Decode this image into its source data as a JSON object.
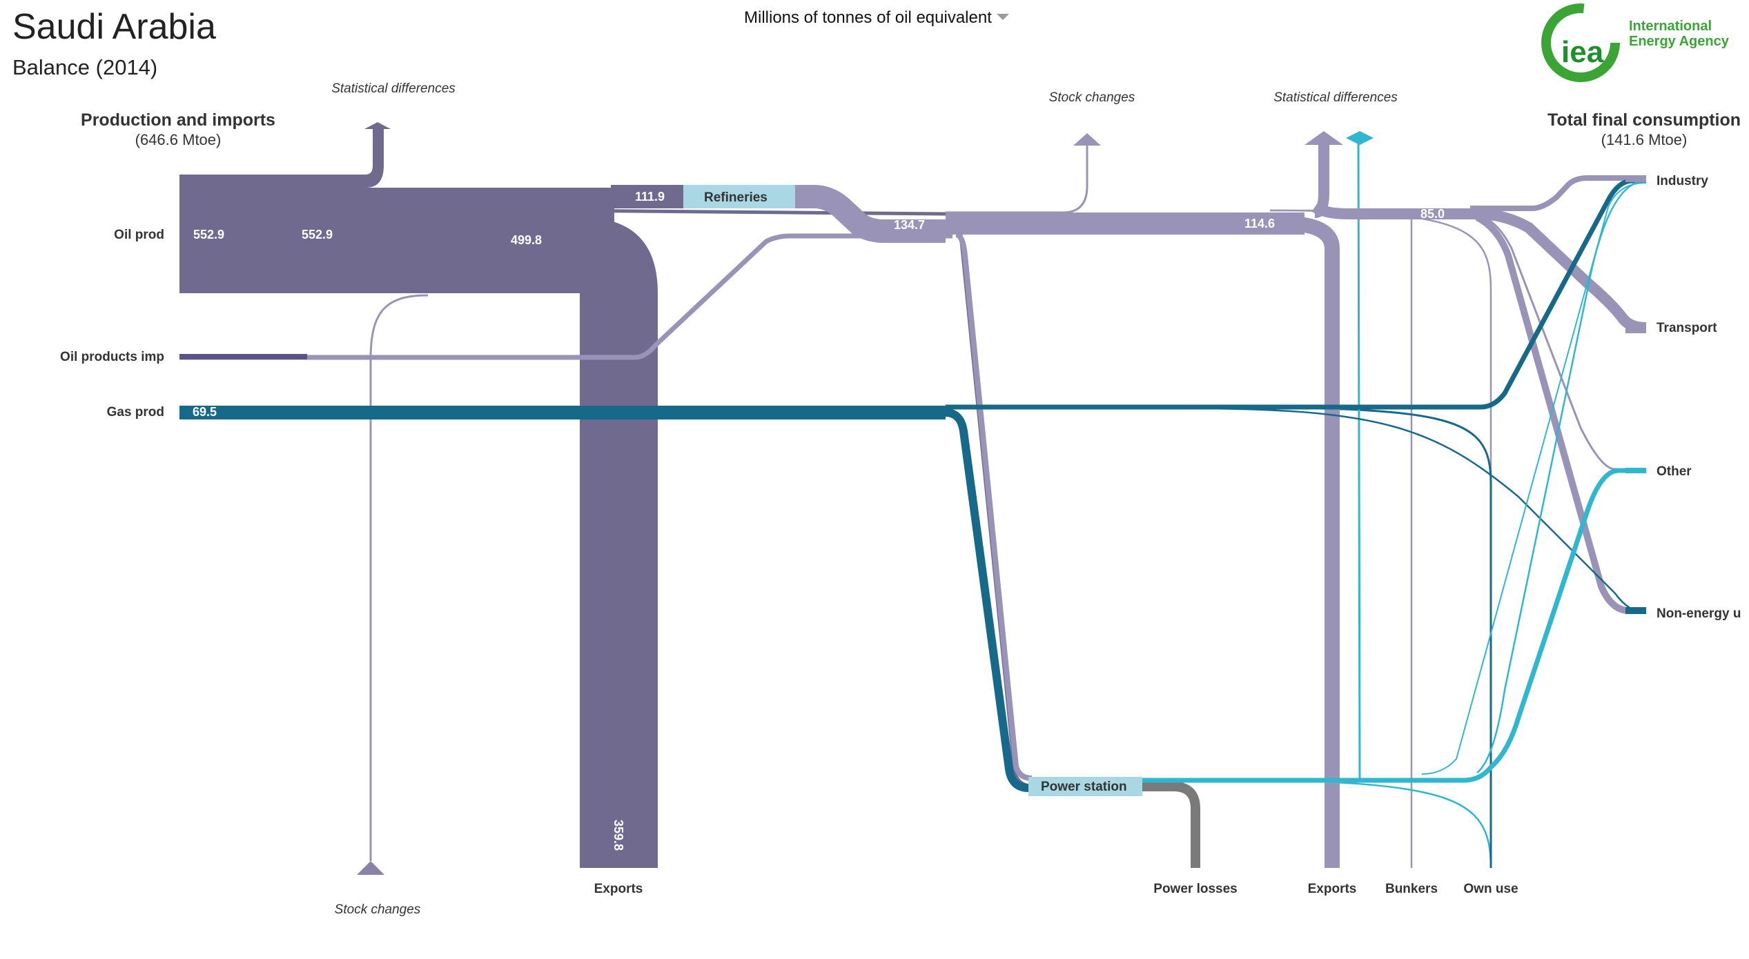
{
  "header": {
    "title": "Saudi Arabia",
    "subtitle": "Balance (2014)",
    "unit_selector": "Millions of tonnes of oil equivalent"
  },
  "logo": {
    "mark": "iea",
    "line1": "International",
    "line2": "Energy Agency"
  },
  "columns": {
    "left_title": "Production and imports",
    "left_total": "(646.6 Mtoe)",
    "right_title": "Total final consumption",
    "right_total": "(141.6 Mtoe)"
  },
  "sources": {
    "oil_prod": "Oil prod",
    "oil_products_imp": "Oil products imp",
    "gas_prod": "Gas prod"
  },
  "transforms": {
    "refineries": "Refineries",
    "power_station": "Power station"
  },
  "sinks": {
    "industry": "Industry",
    "transport": "Transport",
    "other": "Other",
    "non_energy": "Non-energy u",
    "exports_left": "Exports",
    "power_losses": "Power losses",
    "exports_right": "Exports",
    "bunkers": "Bunkers",
    "own_use": "Own use"
  },
  "annotations": {
    "stat_diff_left": "Statistical differences",
    "stock_changes_bottom": "Stock changes",
    "stock_changes_top": "Stock  changes",
    "stat_diff_right": "Statistical differences"
  },
  "values": {
    "oil_prod_1": "552.9",
    "oil_prod_2": "552.9",
    "oil_after_stat": "499.8",
    "gas_prod": "69.5",
    "refineries_in": "111.9",
    "oil_products_total": "134.7",
    "oil_products_after": "114.6",
    "tfc_oil": "85.0",
    "exports_crude": "359.8"
  },
  "colors": {
    "crude": "#6f6a8e",
    "oil_products": "#9a93b8",
    "gas": "#17698a",
    "electricity": "#2eb7cf",
    "refinery_box": "#a9d7e3",
    "losses": "#7a7a7a"
  }
}
